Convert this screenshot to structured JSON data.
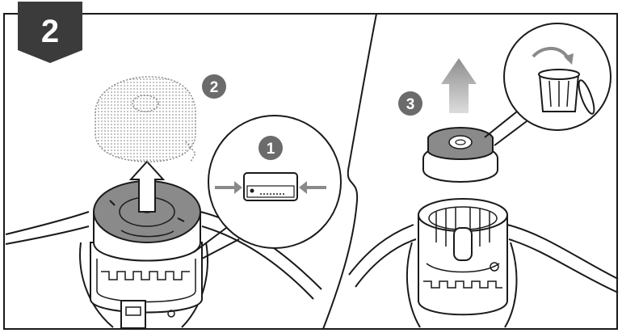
{
  "step": {
    "number": "2"
  },
  "callouts": [
    {
      "id": "c1",
      "label": "1"
    },
    {
      "id": "c2",
      "label": "2"
    },
    {
      "id": "c3",
      "label": "3"
    }
  ],
  "icons": {
    "release_clip": "clip-squeeze-icon",
    "old_line": "trimmer-line-spool-icon",
    "lift_arrow": "arrow-up-icon",
    "dispose": "trash-bin-icon"
  },
  "colors": {
    "badge": "#3b3b3b",
    "callout_circle": "#6b6b6b",
    "spool_cap": "#8a8a8a",
    "arrow_gray": "#9a9a9a",
    "line_art": "#1a1a1a"
  }
}
